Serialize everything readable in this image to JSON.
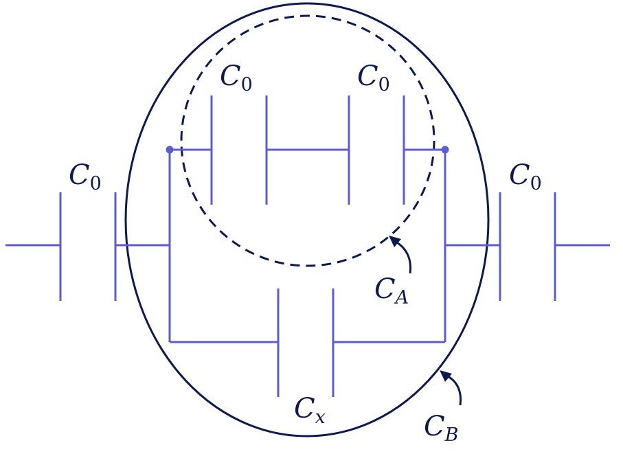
{
  "labels": {
    "c0_left": {
      "main": "C",
      "sub": "0"
    },
    "c0_top_left": {
      "main": "C",
      "sub": "0"
    },
    "c0_top_right": {
      "main": "C",
      "sub": "0"
    },
    "c0_right": {
      "main": "C",
      "sub": "0"
    },
    "cx": {
      "main": "C",
      "sub": "x"
    },
    "ca": {
      "main": "C",
      "sub": "A"
    },
    "cb": {
      "main": "C",
      "sub": "B"
    }
  },
  "colors": {
    "circuit": "#5b5bd6",
    "loops": "#0d1a4f"
  }
}
